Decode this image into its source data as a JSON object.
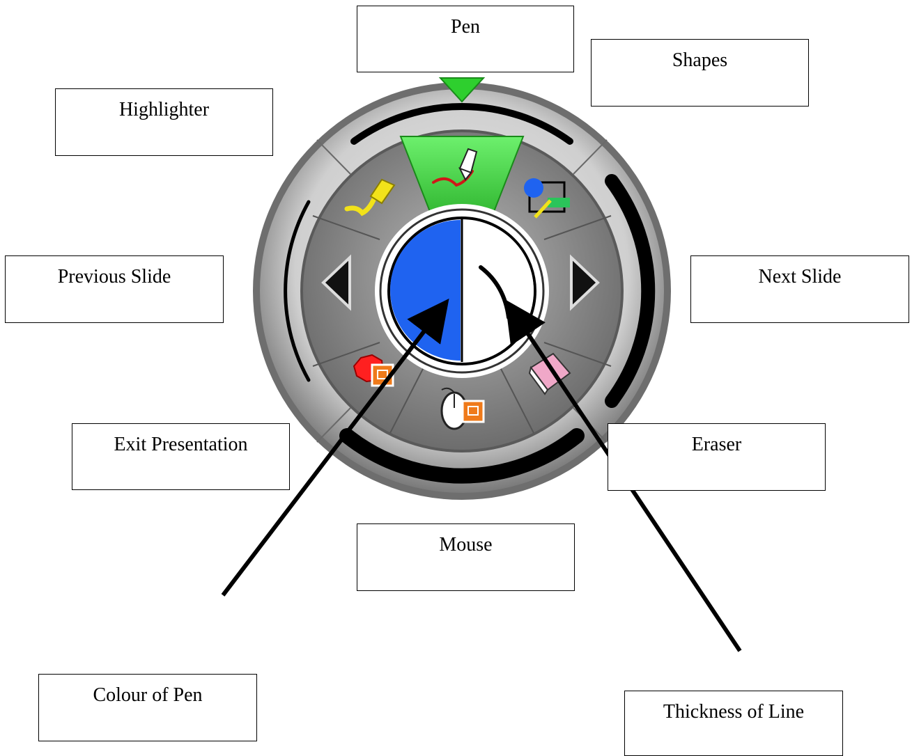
{
  "labels": {
    "pen": "Pen",
    "shapes": "Shapes",
    "highlighter": "Highlighter",
    "previous_slide": "Previous Slide",
    "next_slide": "Next Slide",
    "exit_presentation": "Exit Presentation",
    "eraser": "Eraser",
    "mouse": "Mouse",
    "colour_of_pen": "Colour of Pen",
    "thickness_of_line": "Thickness of Line"
  },
  "colors": {
    "selected_tool": "#3ed43e",
    "pen_colour": "#1f63f0",
    "ring_grey": "#9a9a9a",
    "segment_grey": "#8a8a8a"
  },
  "icons": {
    "pen": "pen-icon",
    "highlighter": "highlighter-icon",
    "shapes": "shapes-icon",
    "previous_slide": "triangle-left-icon",
    "next_slide": "triangle-right-icon",
    "exit_presentation": "stop-sign-icon",
    "mouse": "mouse-icon",
    "eraser": "eraser-icon"
  }
}
